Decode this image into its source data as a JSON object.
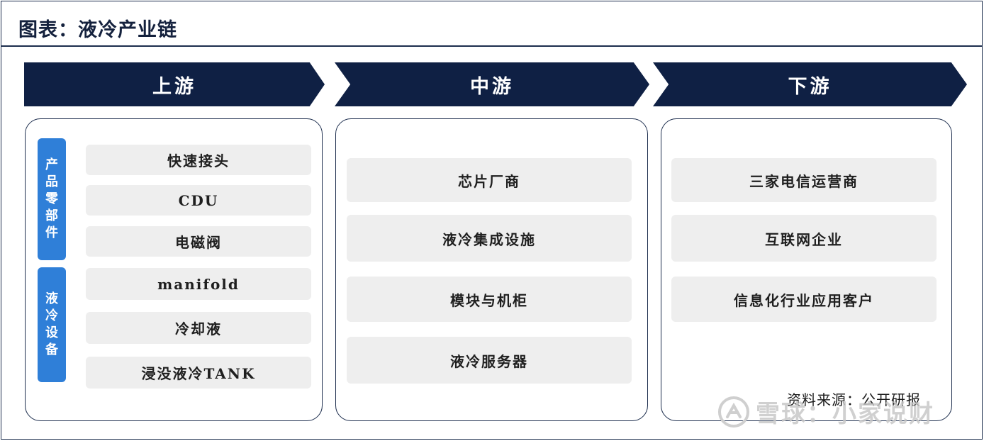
{
  "header": {
    "title": "图表：液冷产业链"
  },
  "stages": [
    {
      "label": "上游"
    },
    {
      "label": "中游"
    },
    {
      "label": "下游"
    }
  ],
  "upstream": {
    "groups": [
      {
        "label": "产品零部件"
      },
      {
        "label": "液冷设备"
      }
    ],
    "items": [
      {
        "label": "快速接头"
      },
      {
        "label": "CDU"
      },
      {
        "label": "电磁阀"
      },
      {
        "label": "manifold"
      },
      {
        "label": "冷却液"
      },
      {
        "label": "浸没液冷TANK"
      }
    ]
  },
  "midstream": {
    "items": [
      {
        "label": "芯片厂商"
      },
      {
        "label": "液冷集成设施"
      },
      {
        "label": "模块与机柜"
      },
      {
        "label": "液冷服务器"
      }
    ]
  },
  "downstream": {
    "items": [
      {
        "label": "三家电信运营商"
      },
      {
        "label": "互联网企业"
      },
      {
        "label": "信息化行业应用客户"
      }
    ]
  },
  "footer": {
    "source": "资料来源：公开研报"
  },
  "watermark": {
    "text": "雪球：小家说财",
    "icon": "snowball-logo-icon"
  },
  "colors": {
    "arrow_bg": "#0f2044",
    "label_bg": "#2f7fd8",
    "item_bg": "#eeeeee",
    "border": "#1c2d4d"
  }
}
